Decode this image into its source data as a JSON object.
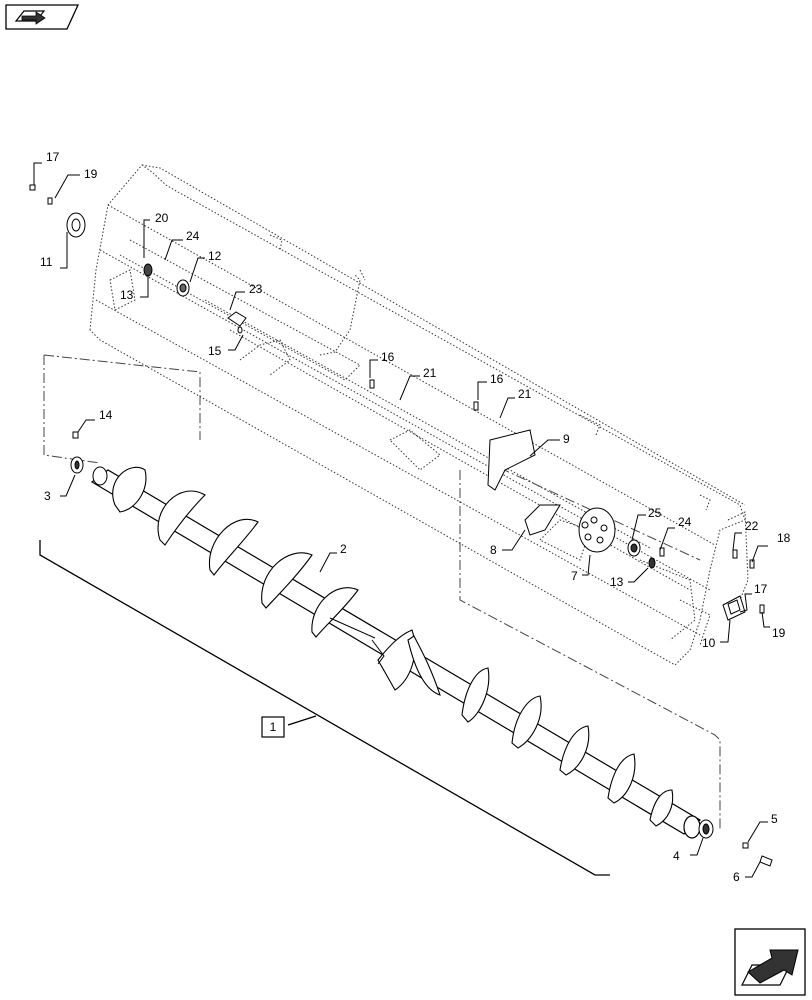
{
  "nav": {
    "prev_icon": "book-arrow-icon",
    "next_icon": "next-page-arrow-icon"
  },
  "diagram": {
    "group_label": "1",
    "callouts": [
      "17",
      "19",
      "11",
      "20",
      "24",
      "12",
      "13",
      "23",
      "15",
      "16",
      "21",
      "16",
      "21",
      "9",
      "14",
      "3",
      "2",
      "8",
      "7",
      "25",
      "24",
      "13",
      "22",
      "18",
      "17",
      "10",
      "19",
      "5",
      "4",
      "6"
    ]
  },
  "colors": {
    "ink": "#000000",
    "paper": "#ffffff",
    "phantom": "#555555"
  }
}
